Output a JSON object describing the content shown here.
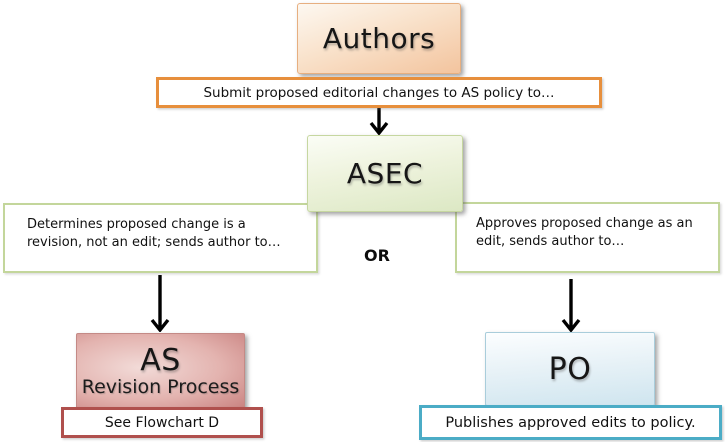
{
  "flowchart": {
    "authors_node": {
      "label": "Authors"
    },
    "submit_note": "Submit proposed editorial changes to AS policy to…",
    "asec_node": {
      "label": "ASEC"
    },
    "determines_note": "Determines proposed change is a revision, not an edit; sends author to…",
    "or_label": "OR",
    "approves_note": "Approves proposed change as an edit, sends author to…",
    "as_node": {
      "label": "AS",
      "sublabel": "Revision Process"
    },
    "see_flowchart_note": "See Flowchart D",
    "po_node": {
      "label": "PO"
    },
    "publishes_note": "Publishes approved edits to policy."
  },
  "colors": {
    "background": "#FFFFFF",
    "arrow": "#000000",
    "orange_border": "#E78F3C",
    "green_border": "#C3D69B",
    "red_border": "#B0504D",
    "blue_border": "#4BACC6",
    "authors_fill_top": "#FDF8F1",
    "authors_fill_bottom": "#F3C49E",
    "asec_fill_top": "#FBFDF6",
    "asec_fill_bottom": "#DCE8C4",
    "as_fill_light": "#F2DBD8",
    "as_fill_dark": "#C98280",
    "po_fill_top": "#FCFEFF",
    "po_fill_bottom": "#CFE5EF"
  }
}
